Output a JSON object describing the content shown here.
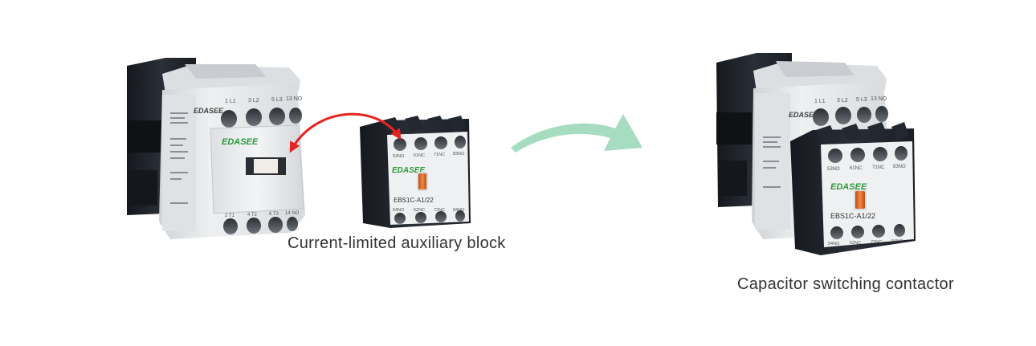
{
  "captions": {
    "aux_block": "Current-limited auxiliary block",
    "capacitor_contactor": "Capacitor switching contactor"
  },
  "contactor": {
    "brand": "EDASEE",
    "top_terminals": [
      "1 L1",
      "3 L2",
      "5 L3",
      "13 NO"
    ],
    "bottom_terminals": [
      "2 T1",
      "4 T2",
      "6 T3",
      "14 NO"
    ]
  },
  "aux_block": {
    "brand": "EDASEE",
    "model": "EBS1C-A1/22",
    "top_terminals": [
      "53NO",
      "61NC",
      "71NC",
      "83NO"
    ],
    "bottom_terminals": [
      "54NO",
      "62NC",
      "72NC",
      "84NO"
    ]
  },
  "colors": {
    "red_arrow": "#e52420",
    "green_arrow": "#a6dcc0",
    "brand_green": "#2e9a3c",
    "block_dark": "#222630",
    "body_light": "#e6e8ea"
  },
  "icons": {
    "insert_arrow": "double-headed-curved-arrow-icon",
    "result_arrow": "curved-right-arrow-icon"
  }
}
